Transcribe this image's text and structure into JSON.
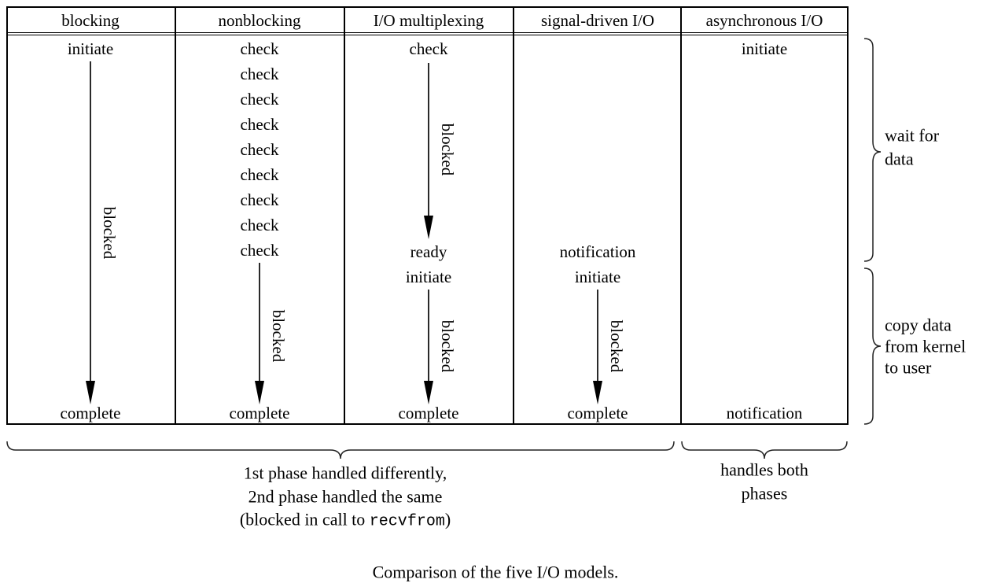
{
  "colors": {
    "ink": "#000000",
    "background": "#ffffff"
  },
  "columns": [
    {
      "header": "blocking",
      "initiate": "initiate",
      "blocked": "blocked",
      "complete": "complete"
    },
    {
      "header": "nonblocking",
      "checks": [
        "check",
        "check",
        "check",
        "check",
        "check",
        "check",
        "check",
        "check",
        "check"
      ],
      "blocked": "blocked",
      "complete": "complete"
    },
    {
      "header": "I/O multiplexing",
      "check": "check",
      "blocked_wait": "blocked",
      "ready": "ready",
      "initiate": "initiate",
      "blocked_copy": "blocked",
      "complete": "complete"
    },
    {
      "header": "signal-driven I/O",
      "notification": "notification",
      "initiate": "initiate",
      "blocked": "blocked",
      "complete": "complete"
    },
    {
      "header": "asynchronous I/O",
      "initiate": "initiate",
      "notification": "notification"
    }
  ],
  "right_labels": {
    "wait": {
      "line1": "wait for",
      "line2": "data"
    },
    "copy": {
      "line1": "copy data",
      "line2": "from kernel",
      "line3": "to user"
    }
  },
  "bottom": {
    "phase_note_line1": "1st phase handled differently,",
    "phase_note_line2": "2nd phase handled the same",
    "phase_note_line3_prefix": "(blocked in call to ",
    "phase_note_code": "recvfrom",
    "phase_note_suffix": ")",
    "handles_line1": "handles both",
    "handles_line2": "phases"
  },
  "caption": "Comparison of the five I/O models."
}
